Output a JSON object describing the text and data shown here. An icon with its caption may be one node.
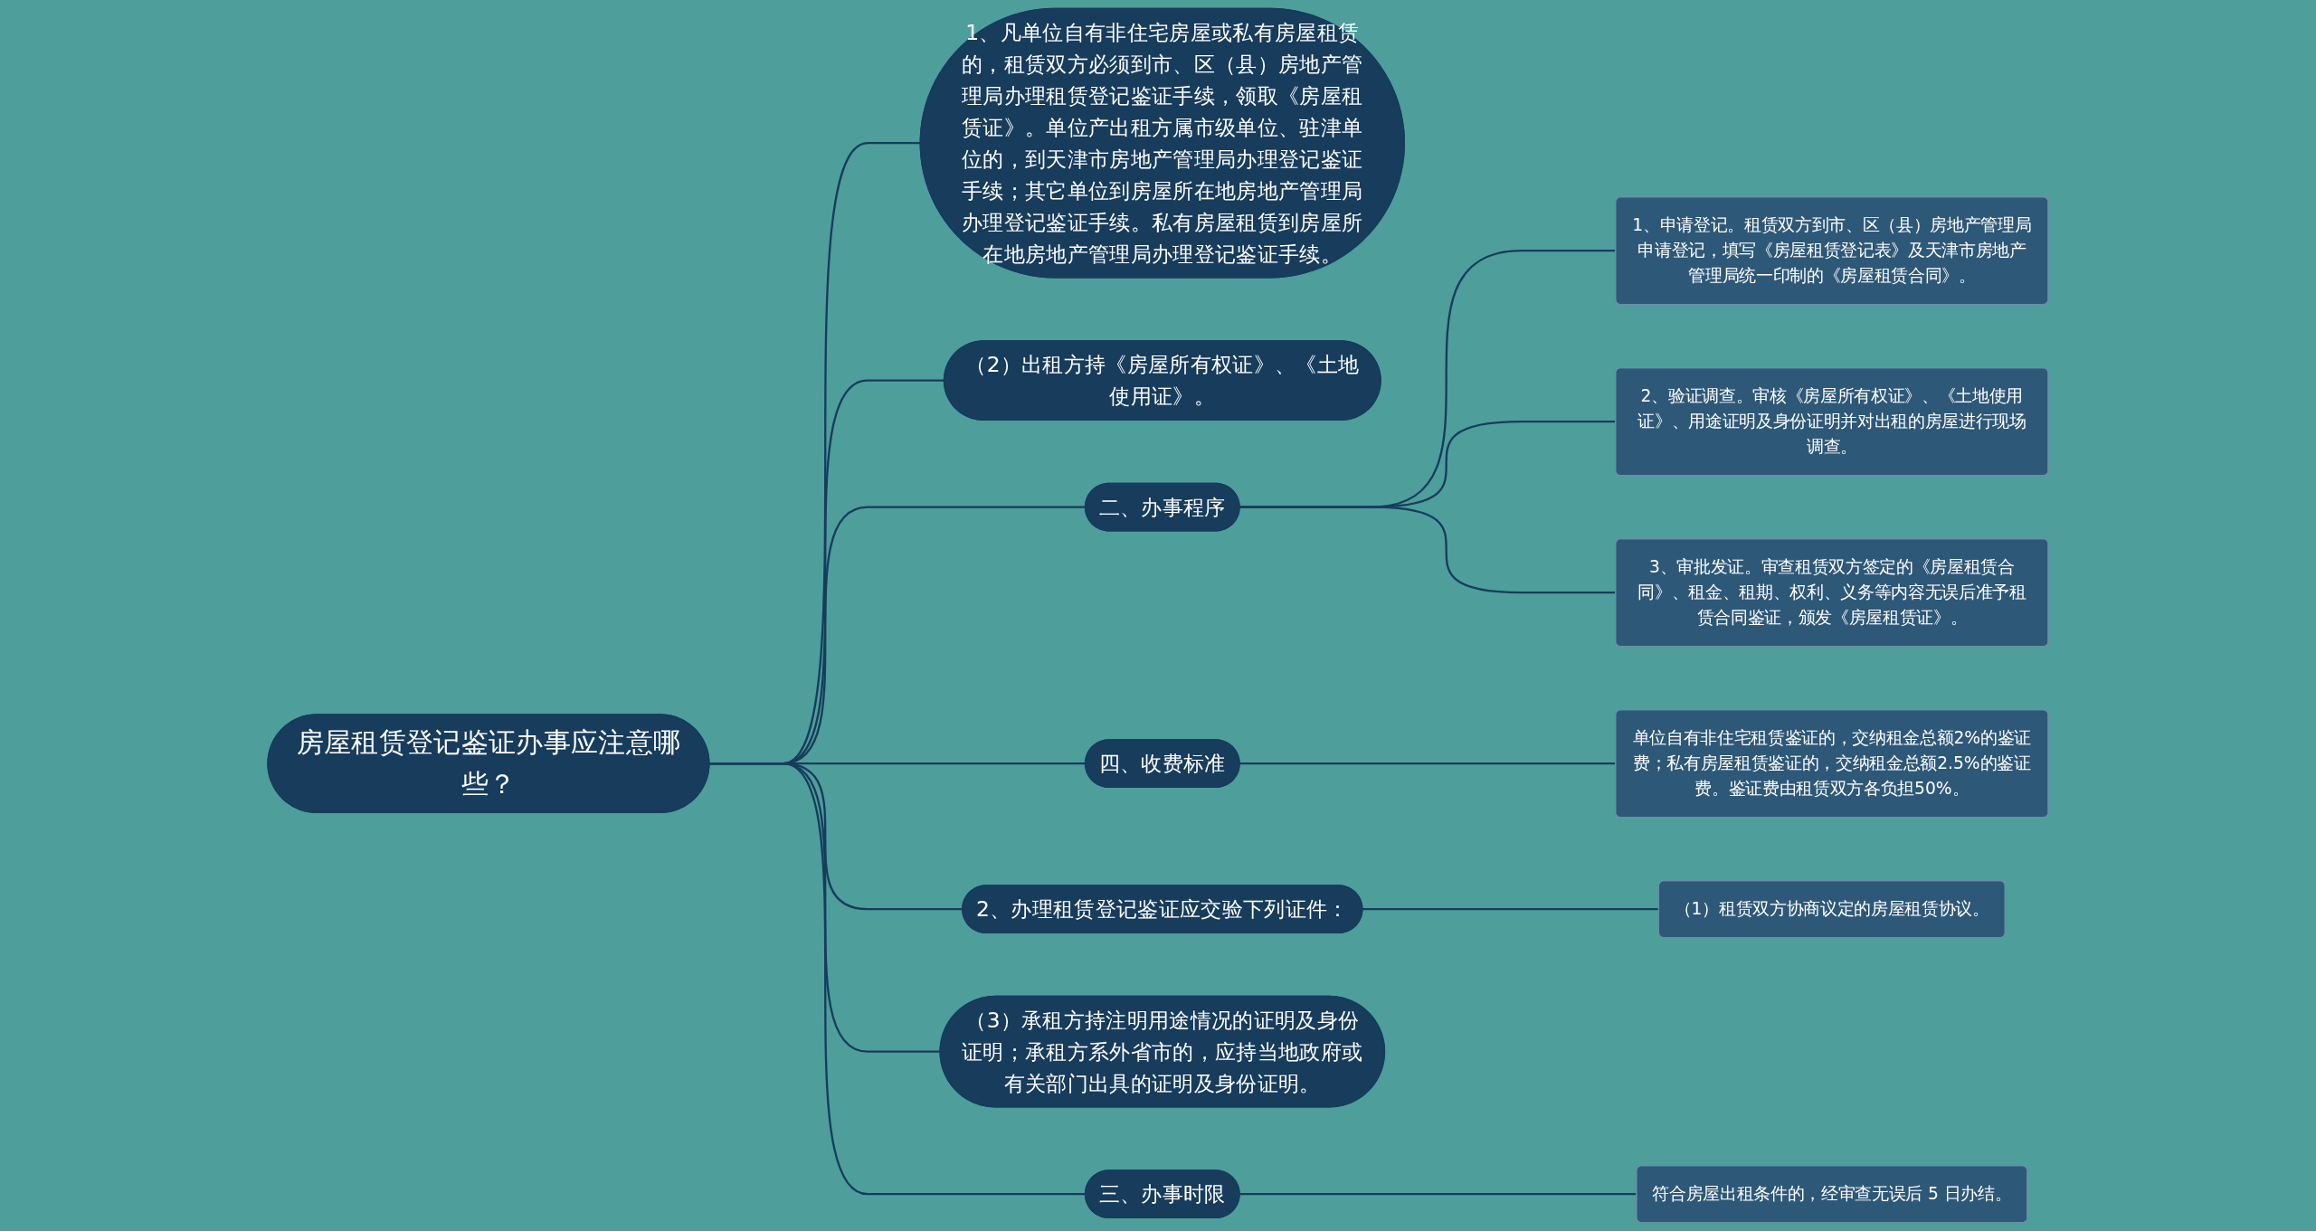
{
  "diagram": {
    "nodes": [
      {
        "text": [
          "房屋租赁登记鉴证办事应注意哪些？"
        ]
      },
      {
        "text": [
          "1、凡单位自有非住宅房屋或私有房屋租赁的，租赁双方必须到市、区（县）房地产管理局办理租赁登记鉴证手续，领取《房屋租赁证》。单位产出租方属市级单位、驻津单位的，到天津市房地产管理局办理登记鉴证手续；其它单位到房屋所在地房地产管理局办理登记鉴证手续。私有房屋租赁到房屋所在地房地产管理局办理登记鉴证手续。"
        ]
      },
      {
        "text": [
          "（2）出租方持《房屋所有权证》、《土地使用证》。"
        ]
      },
      {
        "text": [
          "二、办事程序"
        ]
      },
      {
        "text": [
          "1、申请登记。租赁双方到市、区（县）房地产管理局申请登记，填写《房屋租赁登记表》及天津市房地产管理局统一印制的《房屋租赁合同》。"
        ]
      },
      {
        "text": [
          "2、验证调查。审核《房屋所有权证》、《土地使用证》、用途证明及身份证明并对出租的房屋进行现场调查。"
        ]
      },
      {
        "text": [
          "3、审批发证。审查租赁双方签定的《房屋租赁合同》、租金、租期、权利、义务等内容无误后准予租赁合同鉴证，颁发《房屋租赁证》。"
        ]
      },
      {
        "text": [
          "四、收费标准"
        ]
      },
      {
        "text": [
          "单位自有非住宅租赁鉴证的，交纳租金总额2%的鉴证费；私有房屋租赁鉴证的，交纳租金总额2.5%的鉴证费。鉴证费由租赁双方各负担50%。"
        ]
      },
      {
        "text": [
          "2、办理租赁登记鉴证应交验下列证件："
        ]
      },
      {
        "text": [
          "（1）租赁双方协商议定的房屋租赁协议。"
        ]
      },
      {
        "text": [
          "（3）承租方持注明用途情况的证明及身份证明；承租方系外省市的，应持当地政府或有关部门出具的证明及身份证明。"
        ]
      },
      {
        "text": [
          "三、办事时限"
        ]
      },
      {
        "text": [
          "符合房屋出租条件的，经审查无误后 5 日办结。"
        ]
      }
    ],
    "edges": [
      {
        "from": 0,
        "to": 1,
        "arrow": "none"
      },
      {
        "from": 0,
        "to": 2,
        "arrow": "none"
      },
      {
        "from": 0,
        "to": 3,
        "arrow": "none"
      },
      {
        "from": 3,
        "to": 4,
        "arrow": "none"
      },
      {
        "from": 3,
        "to": 5,
        "arrow": "none"
      },
      {
        "from": 3,
        "to": 6,
        "arrow": "none"
      },
      {
        "from": 0,
        "to": 7,
        "arrow": "none"
      },
      {
        "from": 7,
        "to": 8,
        "arrow": "none"
      },
      {
        "from": 0,
        "to": 9,
        "arrow": "none"
      },
      {
        "from": 9,
        "to": 10,
        "arrow": "none"
      },
      {
        "from": 0,
        "to": 11,
        "arrow": "none"
      },
      {
        "from": 0,
        "to": 12,
        "arrow": "none"
      },
      {
        "from": 12,
        "to": 13,
        "arrow": "none"
      }
    ]
  }
}
